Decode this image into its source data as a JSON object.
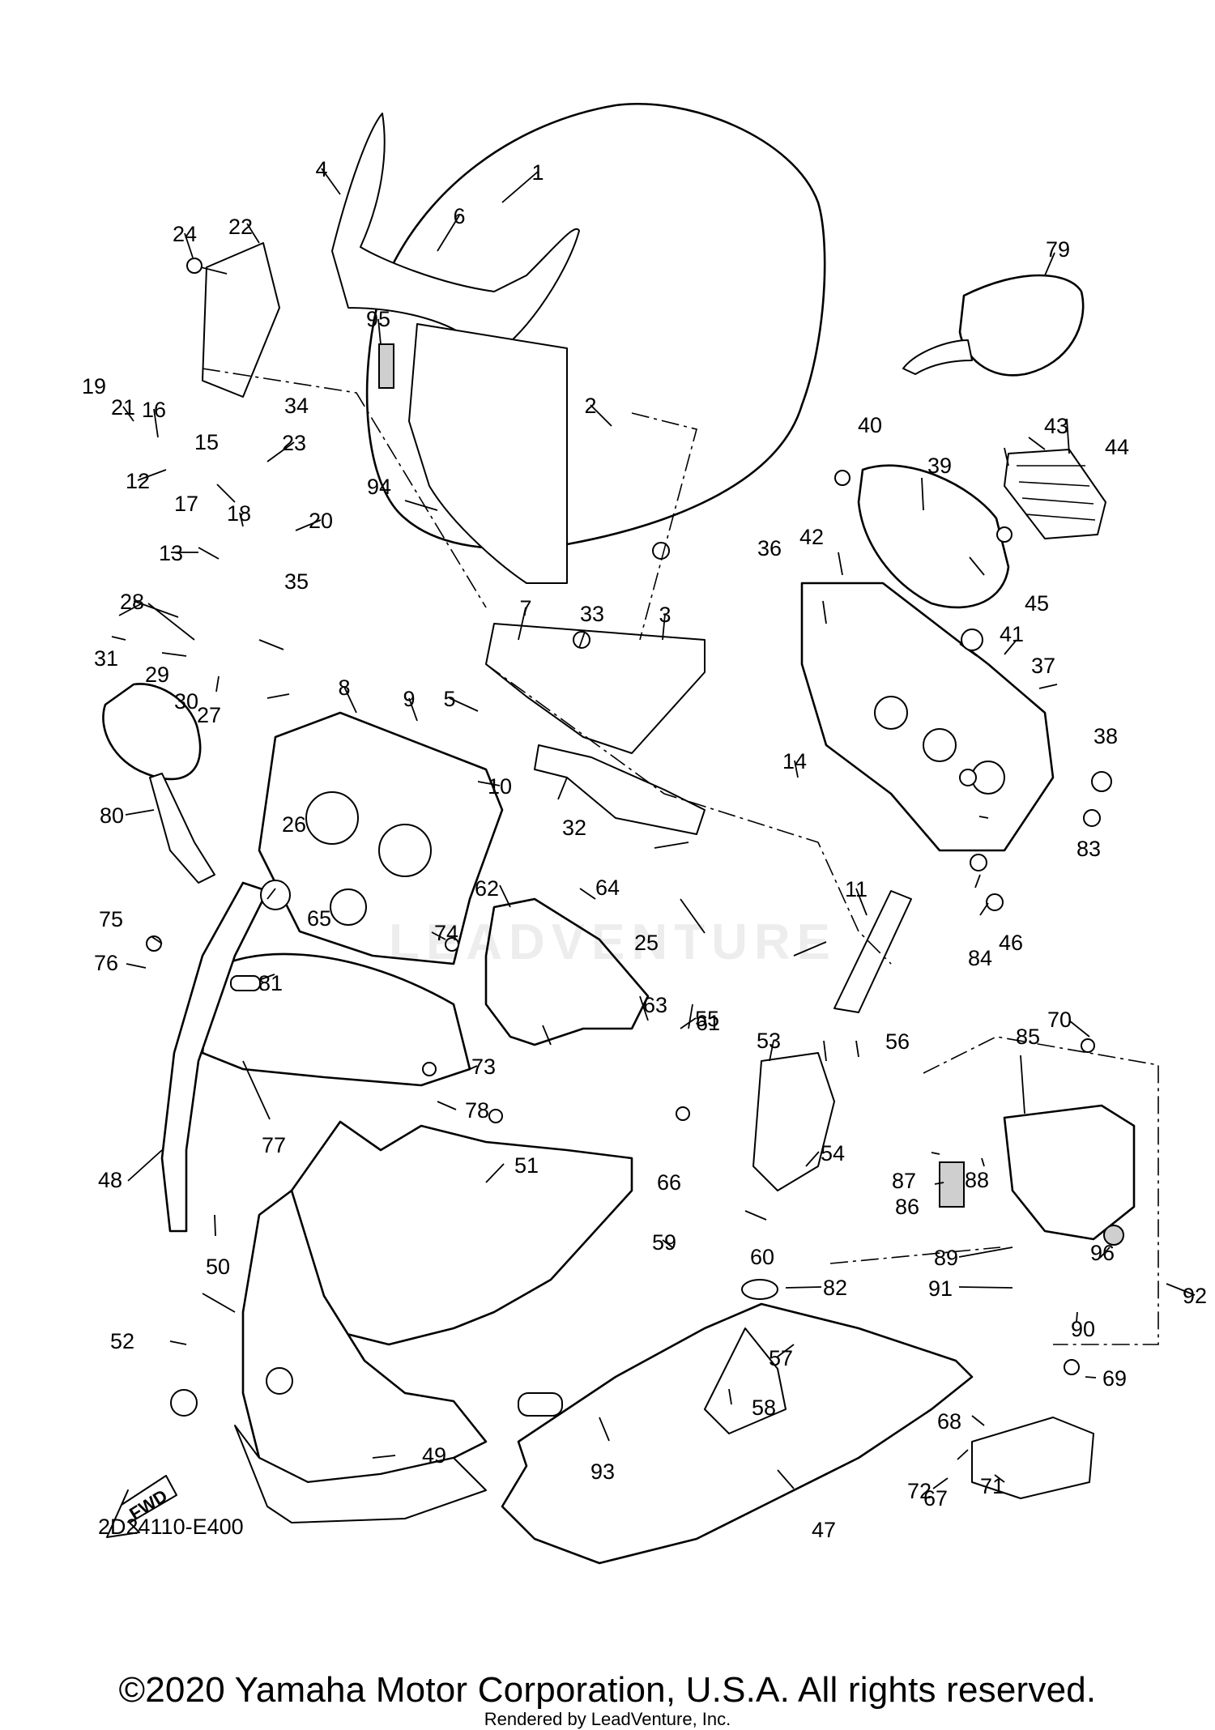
{
  "diagram_code": "2D24110-E400",
  "fwd_label": "FWD",
  "watermark": "LEADVENTURE",
  "copyright": "©2020 Yamaha Motor Corporation, U.S.A. All rights reserved.",
  "rendered_by": "Rendered by LeadVenture, Inc.",
  "part_numbers": [
    "1",
    "2",
    "3",
    "4",
    "5",
    "6",
    "7",
    "8",
    "9",
    "10",
    "11",
    "12",
    "13",
    "14",
    "15",
    "16",
    "17",
    "18",
    "19",
    "20",
    "21",
    "22",
    "23",
    "24",
    "25",
    "26",
    "27",
    "28",
    "29",
    "30",
    "31",
    "32",
    "33",
    "34",
    "35",
    "36",
    "37",
    "38",
    "39",
    "40",
    "41",
    "42",
    "43",
    "44",
    "45",
    "46",
    "47",
    "48",
    "49",
    "50",
    "51",
    "52",
    "53",
    "54",
    "55",
    "56",
    "57",
    "58",
    "59",
    "60",
    "61",
    "62",
    "63",
    "64",
    "65",
    "66",
    "67",
    "68",
    "69",
    "70",
    "71",
    "72",
    "73",
    "74",
    "75",
    "76",
    "77",
    "78",
    "79",
    "80",
    "81",
    "82",
    "83",
    "84",
    "85",
    "86",
    "87",
    "88",
    "89",
    "90",
    "91",
    "92",
    "93",
    "94",
    "95",
    "96"
  ]
}
